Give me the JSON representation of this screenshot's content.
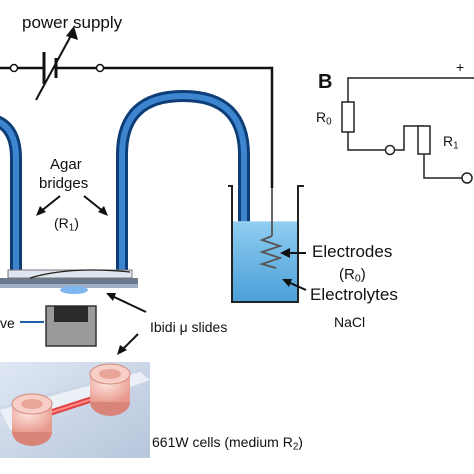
{
  "labels": {
    "power_supply": "power supply",
    "panel_b": "B",
    "plus": "+",
    "agar_line1": "Agar",
    "agar_line2": "bridges",
    "r1_main": "R",
    "r1_sub": "1",
    "electrodes": "Electrodes",
    "r0_main": "R",
    "r0_sub": "0",
    "electrolytes": "Electrolytes",
    "nacl": "NaCl",
    "ibidi": "Ibidi μ slides",
    "valve_partial": "ve",
    "cells_prefix": "661W cells (medium R",
    "cells_sub": "2",
    "cells_suffix": ")",
    "circuit_r0_main": "R",
    "circuit_r0_sub": "0",
    "circuit_r1_main": "R",
    "circuit_r1_sub": "1"
  },
  "colors": {
    "bridge_blue": "#1f5fa8",
    "wire": "#111111",
    "liquid": "#6fb8e6",
    "slide_red": "#e0423f",
    "chamber_pink": "#f2b8b0"
  }
}
